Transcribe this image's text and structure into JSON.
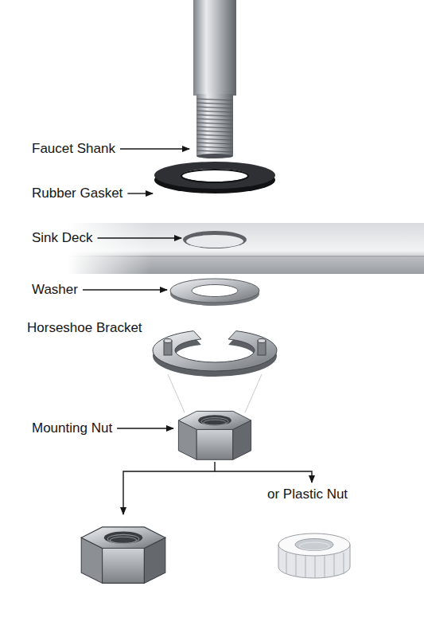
{
  "diagram": {
    "labels": [
      "Faucet Shank",
      "Rubber Gasket",
      "Sink Deck",
      "Washer",
      "Horseshoe Bracket",
      "Mounting Nut",
      "or Plastic Nut"
    ]
  }
}
